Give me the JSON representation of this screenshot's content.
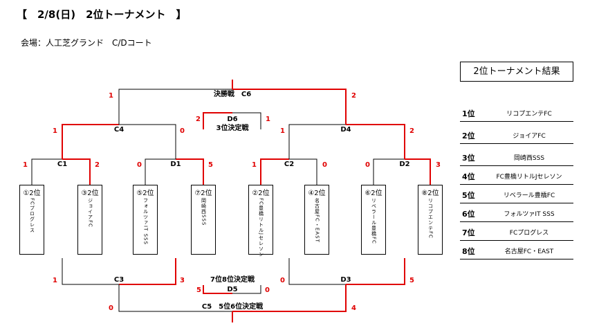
{
  "header": {
    "title": "【　2/8(日)　2位トーナメント　】",
    "venue": "会場：人工芝グランド　C/Dコート"
  },
  "colors": {
    "winner_line": "#e00000",
    "normal_line": "#000000"
  },
  "teams": [
    {
      "seed": "①2位",
      "name": "FCプログレス"
    },
    {
      "seed": "③2位",
      "name": "ジョイアFC"
    },
    {
      "seed": "⑤2位",
      "name": "フォルツァIT SSS"
    },
    {
      "seed": "⑦2位",
      "name": "岡崎西SSS"
    },
    {
      "seed": "②2位",
      "name": "FC豊橋リトルJセレソン"
    },
    {
      "seed": "④2位",
      "name": "名古屋FC・EAST"
    },
    {
      "seed": "⑥2位",
      "name": "リベラール豊橋FC"
    },
    {
      "seed": "⑧2位",
      "name": "リコプエンテFC"
    }
  ],
  "matches": {
    "final": {
      "label": "決勝戦　C6",
      "score_left": "1",
      "score_right": "2"
    },
    "c4": {
      "label": "C4",
      "score_left": "1",
      "score_right": "0"
    },
    "d4": {
      "label": "D4",
      "score_left": "1",
      "score_right": "2"
    },
    "d6": {
      "label": "D6",
      "sublabel": "3位決定戦",
      "score_left": "2",
      "score_right": "1"
    },
    "c1": {
      "label": "C1",
      "score_left": "1",
      "score_right": "2"
    },
    "d1": {
      "label": "D1",
      "score_left": "0",
      "score_right": "5"
    },
    "c2": {
      "label": "C2",
      "score_left": "1",
      "score_right": "0"
    },
    "d2": {
      "label": "D2",
      "score_left": "0",
      "score_right": "3"
    },
    "c3": {
      "label": "C3",
      "score_left": "1",
      "score_right": "3"
    },
    "d3": {
      "label": "D3",
      "score_left": "0",
      "score_right": "5"
    },
    "d5": {
      "label": "D5",
      "sublabel": "7位8位決定戦",
      "score_left": "5",
      "score_right": "0"
    },
    "c5": {
      "label": "C5　5位6位決定戦",
      "score_left": "0",
      "score_right": "4"
    }
  },
  "results": {
    "title": "2位トーナメント結果",
    "rows": [
      {
        "rank": "1位",
        "team": "リコプエンテFC"
      },
      {
        "rank": "2位",
        "team": "ジョイアFC"
      },
      {
        "rank": "3位",
        "team": "岡崎西SSS"
      },
      {
        "rank": "4位",
        "team": "FC豊橋リトルJセレソン"
      },
      {
        "rank": "5位",
        "team": "リベラール豊橋FC"
      },
      {
        "rank": "6位",
        "team": "フォルツァIT SSS"
      },
      {
        "rank": "7位",
        "team": "FCプログレス"
      },
      {
        "rank": "8位",
        "team": "名古屋FC・EAST"
      }
    ]
  }
}
